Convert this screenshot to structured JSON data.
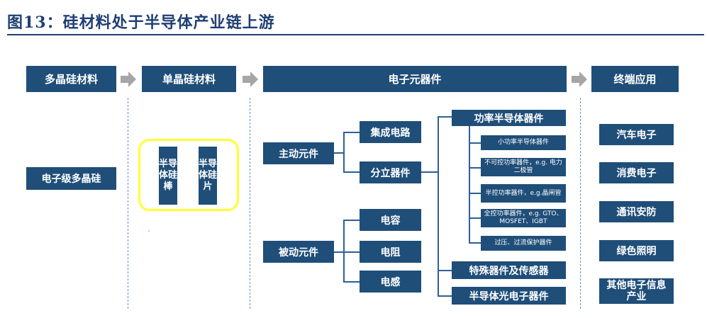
{
  "title": "图13：硅材料处于半导体产业链上游",
  "headers": {
    "poly": "多晶硅材料",
    "mono": "单晶硅材料",
    "components": "电子元器件",
    "terminal": "终端应用"
  },
  "poly_item": "电子级多晶硅",
  "mono_items": {
    "rod": "半导体硅棒",
    "wafer": "半导体硅片"
  },
  "component_tree": {
    "active": "主动元件",
    "passive": "被动元件",
    "ic": "集成电路",
    "discrete": "分立器件",
    "capacitor": "电容",
    "resistor": "电阻",
    "inductor": "电感",
    "power": "功率半导体器件",
    "special": "特殊器件及传感器",
    "opto": "半导体光电子器件",
    "power_subs": [
      "小功率半导体器件",
      "不可控功率器件，e.g. 电力二极管",
      "半控功率器件，e.g.晶闸管",
      "全控功率器件，e.g. GTO、MOSFET、IGBT",
      "过压、过流保护器件"
    ]
  },
  "applications": [
    "汽车电子",
    "消费电子",
    "通讯安防",
    "绿色照明",
    "其他电子信息产业"
  ],
  "colors": {
    "box": "#1f4e79",
    "title": "#1f3f73",
    "highlight": "#ffff33",
    "arrow": "#a6a6a6"
  }
}
